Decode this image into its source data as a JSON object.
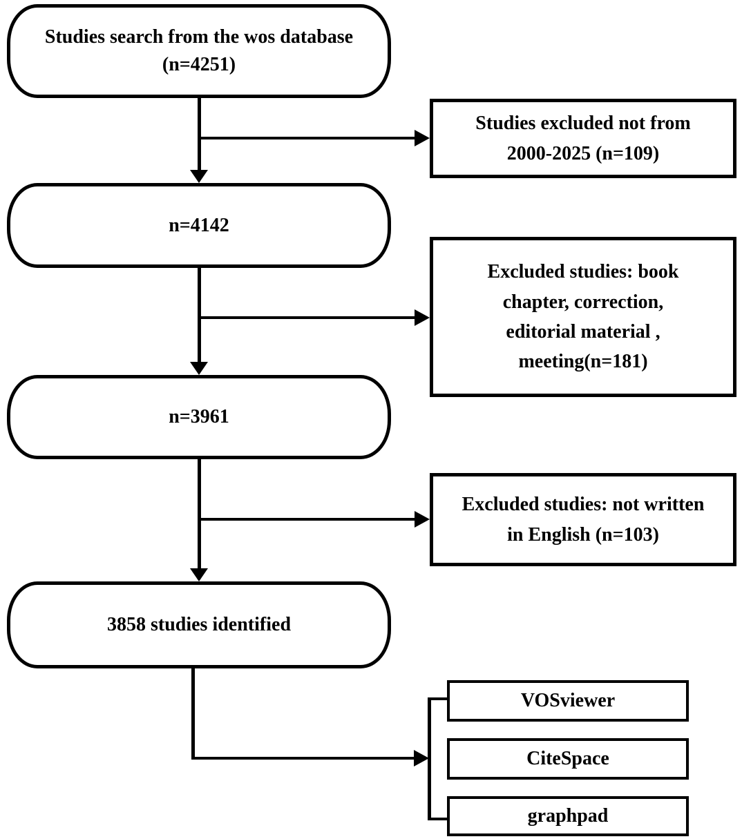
{
  "flowchart": {
    "colors": {
      "stroke": "#000000",
      "fill": "#ffffff"
    },
    "main_boxes": [
      {
        "lines": [
          "Studies search from the wos database",
          "(n=4251)"
        ]
      },
      {
        "lines": [
          "n=4142"
        ]
      },
      {
        "lines": [
          "n=3961"
        ]
      },
      {
        "lines": [
          "3858 studies identified"
        ]
      }
    ],
    "side_boxes": [
      {
        "lines": [
          "Studies excluded not from",
          "2000-2025 (n=109)"
        ]
      },
      {
        "lines": [
          "Excluded studies: book",
          "chapter, correction,",
          "editorial material ,",
          "meeting(n=181)"
        ]
      },
      {
        "lines": [
          "Excluded studies: not written",
          "in English (n=103)"
        ]
      }
    ],
    "tool_boxes": [
      {
        "label": "VOSviewer"
      },
      {
        "label": "CiteSpace"
      },
      {
        "label": "graphpad"
      }
    ]
  }
}
